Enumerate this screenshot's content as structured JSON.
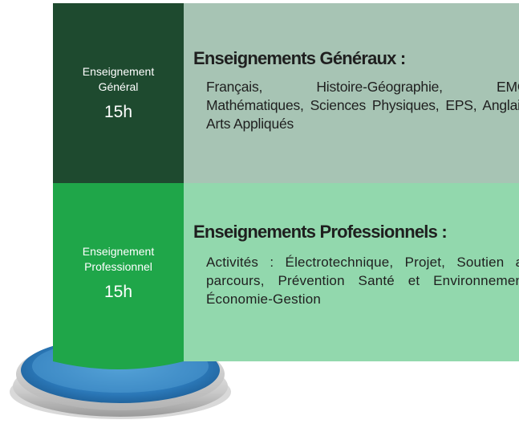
{
  "general": {
    "label_line1": "Enseignement",
    "label_line2": "Général",
    "hours": "15h",
    "panel_title": "Enseignements Généraux :",
    "panel_body": "Français, Histoire-Géographie, EMC, Mathématiques, Sciences Physiques, EPS, Anglais, Arts Appliqués",
    "column_color": "#1e4a2f",
    "panel_color": "#a7c4b4"
  },
  "professional": {
    "label_line1": "Enseignement",
    "label_line2": "Professionnel",
    "hours": "15h",
    "panel_title": "Enseignements Professionnels :",
    "panel_body": "Activités : Électrotechnique, Projet, Soutien au parcours, Prévention Santé et Environnement, Économie-Gestion",
    "column_color": "#1fa649",
    "panel_color": "#92d8ad"
  }
}
